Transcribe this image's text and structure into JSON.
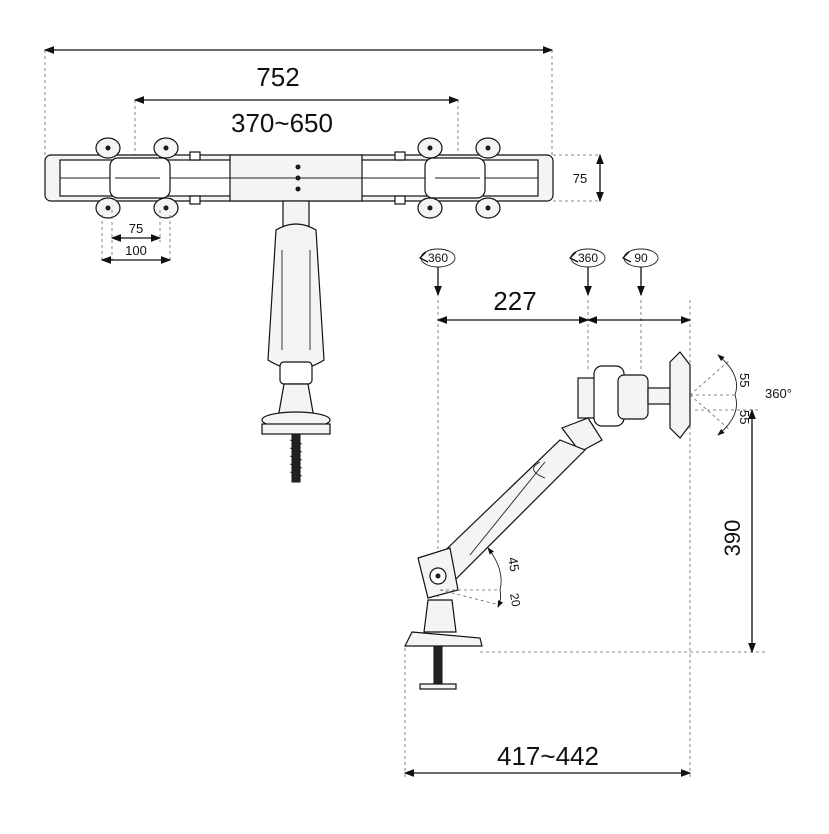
{
  "top_view": {
    "overall_width": "752",
    "crossbar_range": "370~650",
    "height_75": "75",
    "vesa_small": "75",
    "vesa_large": "100"
  },
  "side_view": {
    "rotation_base": "360",
    "rotation_mid": "360",
    "rotation_head": "90",
    "reach_227": "227",
    "tilt_up": "55",
    "tilt_down": "55",
    "swivel": "360°",
    "height_390": "390",
    "arm_angle_up": "45",
    "arm_angle_down": "20",
    "base_reach": "417~442"
  },
  "colors": {
    "line": "#111111",
    "dash": "#666666",
    "fill": "#f4f4f4"
  }
}
